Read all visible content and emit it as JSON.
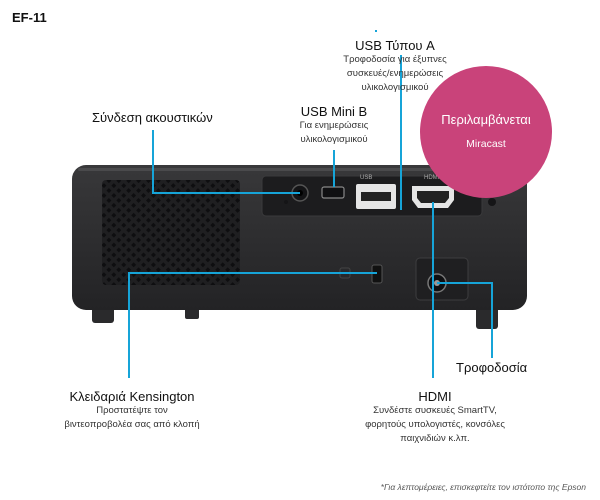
{
  "model": "EF-11",
  "callouts": {
    "usb_a": {
      "title": "USB Τύπου A",
      "desc": [
        "Τροφοδοσία για έξυπνες",
        "συσκευές/ενημερώσεις",
        "υλικολογισμικού"
      ]
    },
    "usb_mini": {
      "title": "USB Mini B",
      "desc": [
        "Για ενημερώσεις",
        "υλικολογισμικού"
      ]
    },
    "audio": {
      "title": "Σύνδεση ακουστικών"
    },
    "kensington": {
      "title": "Κλειδαριά Kensington",
      "desc": [
        "Προστατέψτε τον",
        "βιντεοπροβολέα σας από κλοπή"
      ]
    },
    "hdmi": {
      "title": "HDMI",
      "desc": [
        "Συνδέστε συσκευές SmartTV,",
        "φορητούς υπολογιστές, κονσόλες",
        "παιχνιδιών κ.λπ."
      ]
    },
    "power": {
      "title": "Τροφοδοσία"
    }
  },
  "badge": {
    "line1": "Περιλαμβάνεται",
    "line2": "Miracast"
  },
  "port_labels": {
    "usb": "USB",
    "hdmi": "HDMI"
  },
  "footnote": "*Για λεπτομέρειες, επισκεφτείτε τον ιστότοπο της Epson",
  "colors": {
    "accent_line": "#16a4d8",
    "badge": "#c9437a",
    "projector_body": "#2b2b2d"
  }
}
